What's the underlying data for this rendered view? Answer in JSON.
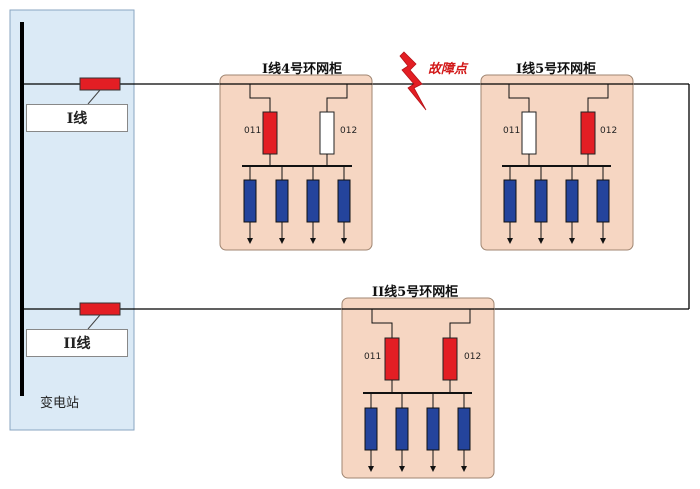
{
  "substation": {
    "label": "变电站"
  },
  "feeders": [
    {
      "id": "feeder-1",
      "label": "I线"
    },
    {
      "id": "feeder-2",
      "label": "II线"
    }
  ],
  "fault": {
    "label": "故障点",
    "color": "#d21919"
  },
  "cabinets": [
    {
      "id": "cab-1",
      "title": "I线4号环网柜",
      "sw011": "011",
      "sw012": "012",
      "sw011_state": "closed",
      "sw012_state": "open"
    },
    {
      "id": "cab-2",
      "title": "I线5号环网柜",
      "sw011": "011",
      "sw012": "012",
      "sw011_state": "open",
      "sw012_state": "closed"
    },
    {
      "id": "cab-3",
      "title": "II线5号环网柜",
      "sw011": "011",
      "sw012": "012",
      "sw011_state": "closed",
      "sw012_state": "closed"
    }
  ],
  "colors": {
    "substation_bg": "#dbeaf6",
    "cabinet_bg": "#f6d6c2",
    "closed_switch": "#e31e24",
    "open_switch": "#ffffff",
    "outlet_switch": "#24449c"
  }
}
